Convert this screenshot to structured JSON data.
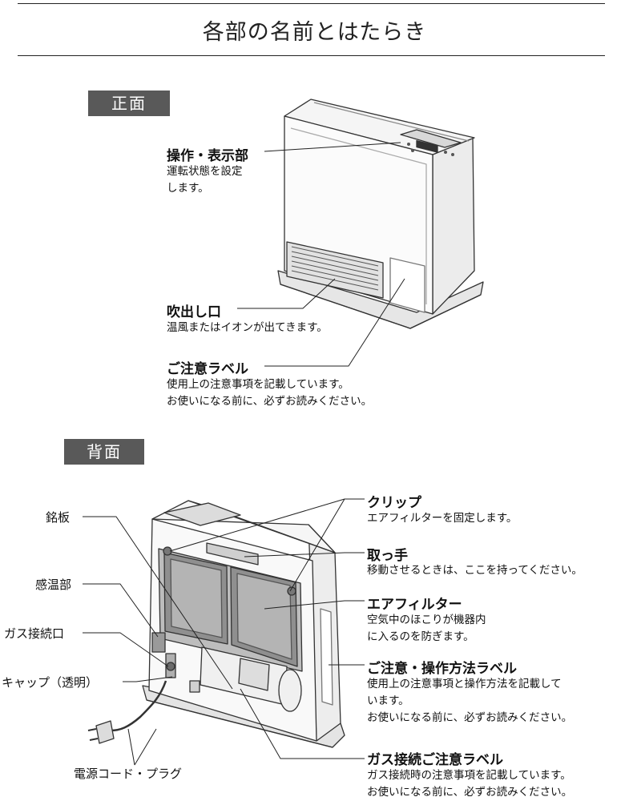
{
  "page": {
    "title": "各部の名前とはたらき"
  },
  "sections": {
    "front": {
      "tag": "正面"
    },
    "back": {
      "tag": "背面"
    }
  },
  "front_labels": {
    "control": {
      "title": "操作・表示部",
      "desc": "運転状態を設定\nします。"
    },
    "outlet": {
      "title": "吹出し口",
      "desc": "温風またはイオンが出てきます。"
    },
    "caution_label": {
      "title": "ご注意ラベル",
      "desc": "使用上の注意事項を記載しています。\nお使いになる前に、必ずお読みください。"
    }
  },
  "back_labels": {
    "clip": {
      "title": "クリップ",
      "desc": "エアフィルターを固定します。"
    },
    "handle": {
      "title": "取っ手",
      "desc": "移動させるときは、ここを持ってください。"
    },
    "air_filter": {
      "title": "エアフィルター",
      "desc": "空気中のほこりが機器内\nに入るのを防ぎます。"
    },
    "operation_label": {
      "title": "ご注意・操作方法ラベル",
      "desc": "使用上の注意事項と操作方法を記載して\nいます。\nお使いになる前に、必ずお読みください。"
    },
    "gas_label": {
      "title": "ガス接続ご注意ラベル",
      "desc": "ガス接続時の注意事項を記載しています。\nお使いになる前に、必ずお読みください。"
    },
    "nameplate": "銘板",
    "sensor": "感温部",
    "gas_inlet": "ガス接続口",
    "cap": "キャップ（透明）",
    "power_cord": "電源コード・プラグ"
  }
}
